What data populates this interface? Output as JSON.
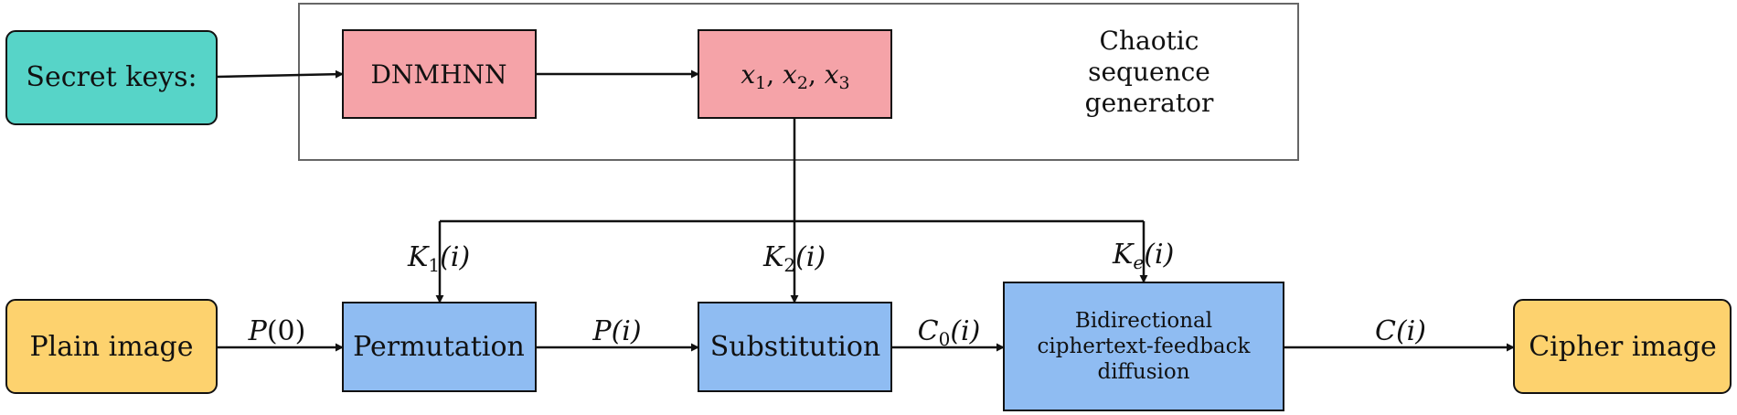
{
  "colors": {
    "teal": "#57d4c8",
    "pink": "#f5a3a8",
    "blue": "#8fbcf2",
    "yellow": "#fdd26e",
    "stroke": "#111111",
    "group_border": "#666666"
  },
  "nodes": {
    "secret_keys": "Secret keys:",
    "dnmhnn": "DNMHNN",
    "sequence_x1": "x",
    "sequence_x2": "x",
    "sequence_x3": "x",
    "sub_1": "1",
    "sub_2": "2",
    "sub_3": "3",
    "generator_line1": "Chaotic",
    "generator_line2": "sequence",
    "generator_line3": "generator",
    "plain_image": "Plain image",
    "permutation": "Permutation",
    "substitution": "Substitution",
    "diffusion_line1": "Bidirectional",
    "diffusion_line2": "ciphertext-feedback",
    "diffusion_line3": "diffusion",
    "cipher_image": "Cipher image"
  },
  "edge_labels": {
    "k1": {
      "main": "K",
      "sub": "1",
      "arg": "(i)"
    },
    "k2": {
      "main": "K",
      "sub": "2",
      "arg": "(i)"
    },
    "ke": {
      "main": "K",
      "sub": "e",
      "arg": "(i)"
    },
    "p0": {
      "main": "P",
      "arg": "(0)"
    },
    "pi": {
      "main": "P",
      "arg": "(i)"
    },
    "c0": {
      "main": "C",
      "sub": "0",
      "arg": "(i)"
    },
    "ci": {
      "main": "C",
      "arg": "(i)"
    }
  }
}
